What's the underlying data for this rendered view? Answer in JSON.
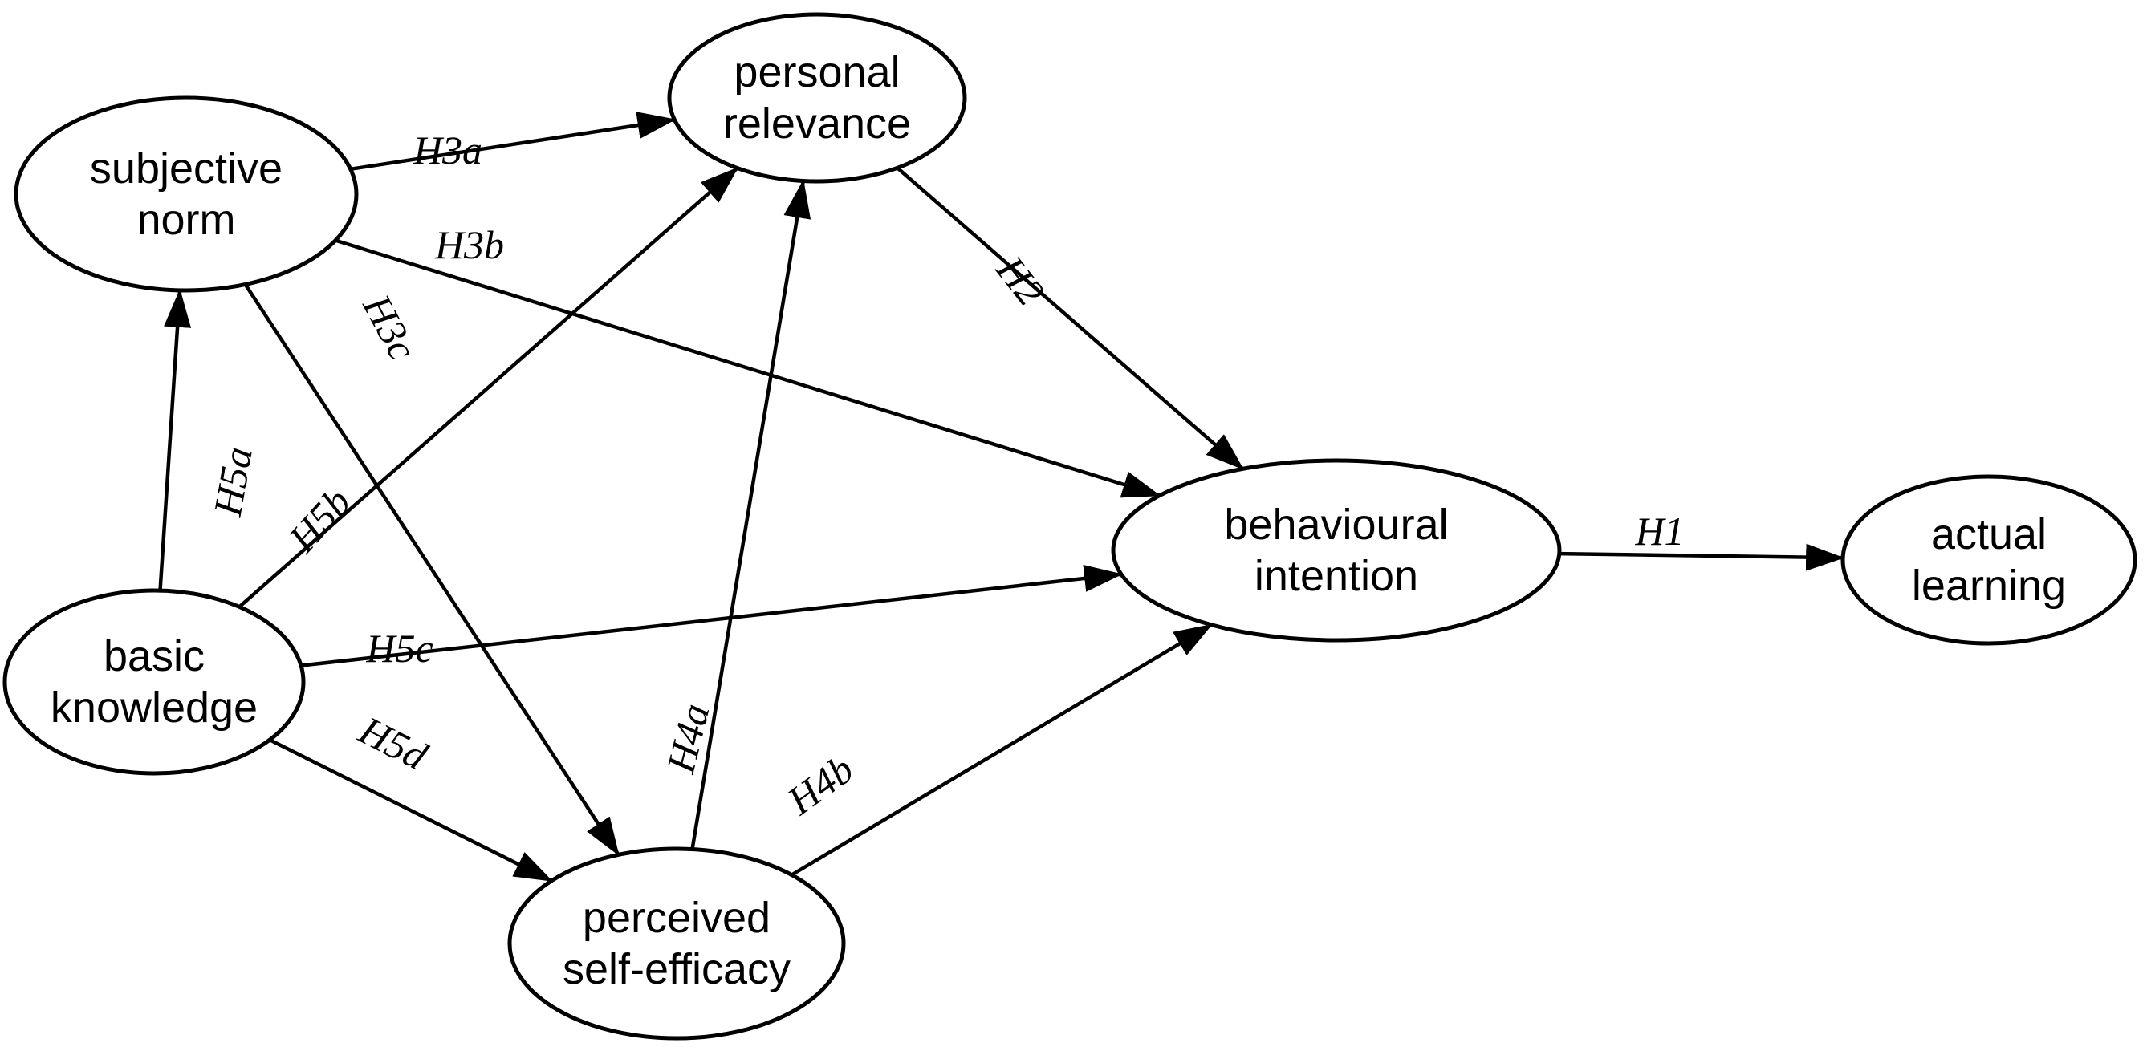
{
  "nodes": [
    {
      "id": "subjective-norm",
      "lines": [
        "subjective",
        "norm"
      ]
    },
    {
      "id": "personal-relevance",
      "lines": [
        "personal",
        "relevance"
      ]
    },
    {
      "id": "basic-knowledge",
      "lines": [
        "basic",
        "knowledge"
      ]
    },
    {
      "id": "perceived-self-efficacy",
      "lines": [
        "perceived",
        "self-efficacy"
      ]
    },
    {
      "id": "behavioural-intention",
      "lines": [
        "behavioural",
        "intention"
      ]
    },
    {
      "id": "actual-learning",
      "lines": [
        "actual",
        "learning"
      ]
    }
  ],
  "edges": [
    {
      "id": "h3a",
      "label": "H3a",
      "from": "subjective-norm",
      "to": "personal-relevance"
    },
    {
      "id": "h3b",
      "label": "H3b",
      "from": "subjective-norm",
      "to": "behavioural-intention"
    },
    {
      "id": "h3c",
      "label": "H3c",
      "from": "subjective-norm",
      "to": "perceived-self-efficacy"
    },
    {
      "id": "h2",
      "label": "H2",
      "from": "personal-relevance",
      "to": "behavioural-intention"
    },
    {
      "id": "h5a",
      "label": "H5a",
      "from": "basic-knowledge",
      "to": "subjective-norm"
    },
    {
      "id": "h5b",
      "label": "H5b",
      "from": "basic-knowledge",
      "to": "personal-relevance"
    },
    {
      "id": "h5c",
      "label": "H5c",
      "from": "basic-knowledge",
      "to": "behavioural-intention"
    },
    {
      "id": "h5d",
      "label": "H5d",
      "from": "basic-knowledge",
      "to": "perceived-self-efficacy"
    },
    {
      "id": "h4a",
      "label": "H4a",
      "from": "perceived-self-efficacy",
      "to": "personal-relevance"
    },
    {
      "id": "h4b",
      "label": "H4b",
      "from": "perceived-self-efficacy",
      "to": "behavioural-intention"
    },
    {
      "id": "h1",
      "label": "H1",
      "from": "behavioural-intention",
      "to": "actual-learning"
    }
  ]
}
